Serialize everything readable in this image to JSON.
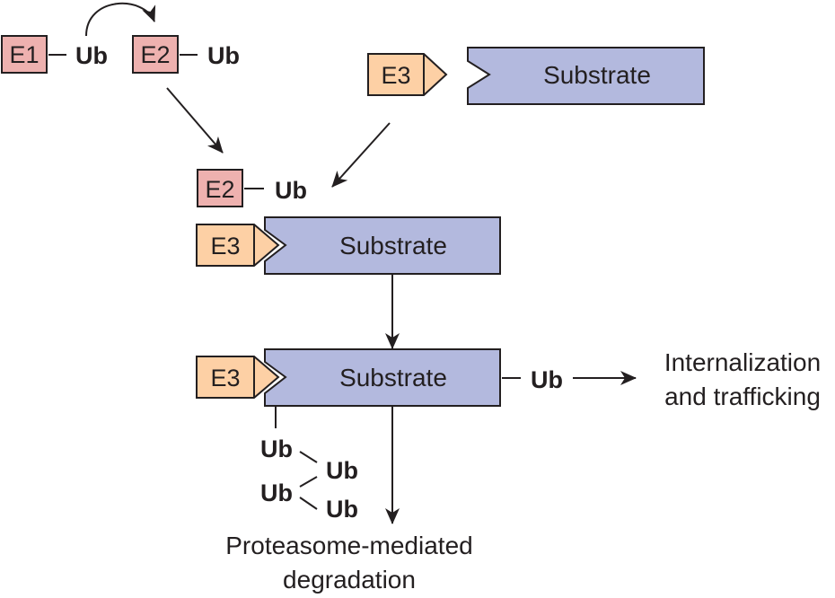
{
  "colors": {
    "e1_e2_fill": "#eeb1af",
    "e3_fill": "#fdd0a5",
    "substrate_fill": "#b3b9de",
    "stroke": "#231f20"
  },
  "top_row": {
    "e1": "E1",
    "ub1": "Ub",
    "e2": "E2",
    "ub2": "Ub"
  },
  "e3_separate": {
    "e3": "E3",
    "substrate": "Substrate"
  },
  "e2_ub_middle": {
    "e2": "E2",
    "ub": "Ub"
  },
  "complex1": {
    "e3": "E3",
    "substrate": "Substrate"
  },
  "complex2": {
    "e3": "E3",
    "substrate": "Substrate",
    "mono_ub": "Ub",
    "poly_ub": [
      "Ub",
      "Ub",
      "Ub",
      "Ub"
    ]
  },
  "outcomes": {
    "internalization_line1": "Internalization",
    "internalization_line2": "and trafficking",
    "degradation_line1": "Proteasome-mediated",
    "degradation_line2": "degradation"
  }
}
